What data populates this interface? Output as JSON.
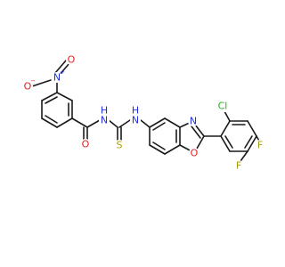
{
  "colors": {
    "carbon": "#1a1a1a",
    "nitrogen": "#2030e0",
    "oxygen": "#e02020",
    "sulfur": "#b0a000",
    "fluorine": "#a0a000",
    "chlorine": "#20b020"
  },
  "atoms": {
    "o_minus": {
      "text": "O",
      "charge": "−",
      "element": "oxygen"
    },
    "n_plus": {
      "text": "N",
      "charge": "+",
      "element": "nitrogen"
    },
    "o_nitro": {
      "text": "O",
      "element": "oxygen"
    },
    "o_amide": {
      "text": "O",
      "element": "oxygen"
    },
    "nh_amide": {
      "text": "N",
      "h": "H",
      "element": "nitrogen"
    },
    "s_thio": {
      "text": "S",
      "element": "sulfur"
    },
    "nh_thio": {
      "text": "N",
      "h": "H",
      "element": "nitrogen"
    },
    "n_oxazole": {
      "text": "N",
      "element": "nitrogen"
    },
    "o_oxazole": {
      "text": "O",
      "element": "oxygen"
    },
    "cl": {
      "text": "Cl",
      "element": "chlorine"
    },
    "f_top": {
      "text": "F",
      "element": "fluorine"
    },
    "f_bottom": {
      "text": "F",
      "element": "fluorine"
    }
  }
}
